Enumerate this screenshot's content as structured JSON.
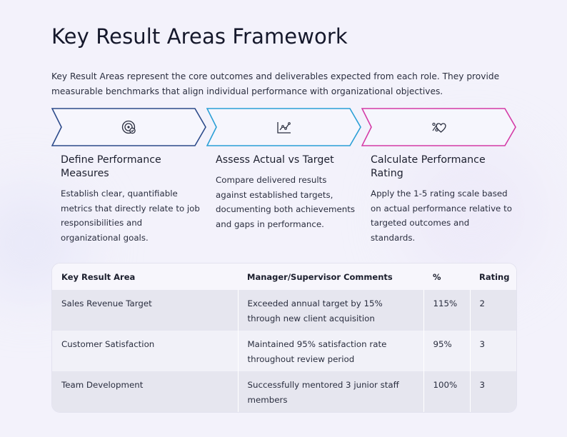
{
  "title": "Key Result Areas Framework",
  "intro": "Key Result Areas represent the core outcomes and deliverables expected from each role. They provide measurable benchmarks that align individual performance with organizational objectives.",
  "steps": [
    {
      "title": "Define Performance Measures",
      "description": "Establish clear, quantifiable metrics that directly relate to job responsibilities and organizational goals.",
      "icon": "target-icon",
      "color": "#2c4a8a"
    },
    {
      "title": "Assess Actual vs Target",
      "description": "Compare delivered results against established targets, documenting both achievements and gaps in performance.",
      "icon": "trend-chart-icon",
      "color": "#2a9fd6"
    },
    {
      "title": "Calculate Performance Rating",
      "description": "Apply the 1-5 rating scale based on actual performance relative to targeted outcomes and standards.",
      "icon": "heart-percent-icon",
      "color": "#d43aa6"
    }
  ],
  "table": {
    "headers": [
      "Key Result Area",
      "Manager/Supervisor Comments",
      "%",
      "Rating"
    ],
    "rows": [
      [
        "Sales Revenue Target",
        "Exceeded annual target by 15% through new client acquisition",
        "115%",
        "2"
      ],
      [
        "Customer Satisfaction",
        "Maintained 95% satisfaction rate throughout review period",
        "95%",
        "3"
      ],
      [
        "Team Development",
        "Successfully mentored 3 junior staff members",
        "100%",
        "3"
      ]
    ]
  }
}
